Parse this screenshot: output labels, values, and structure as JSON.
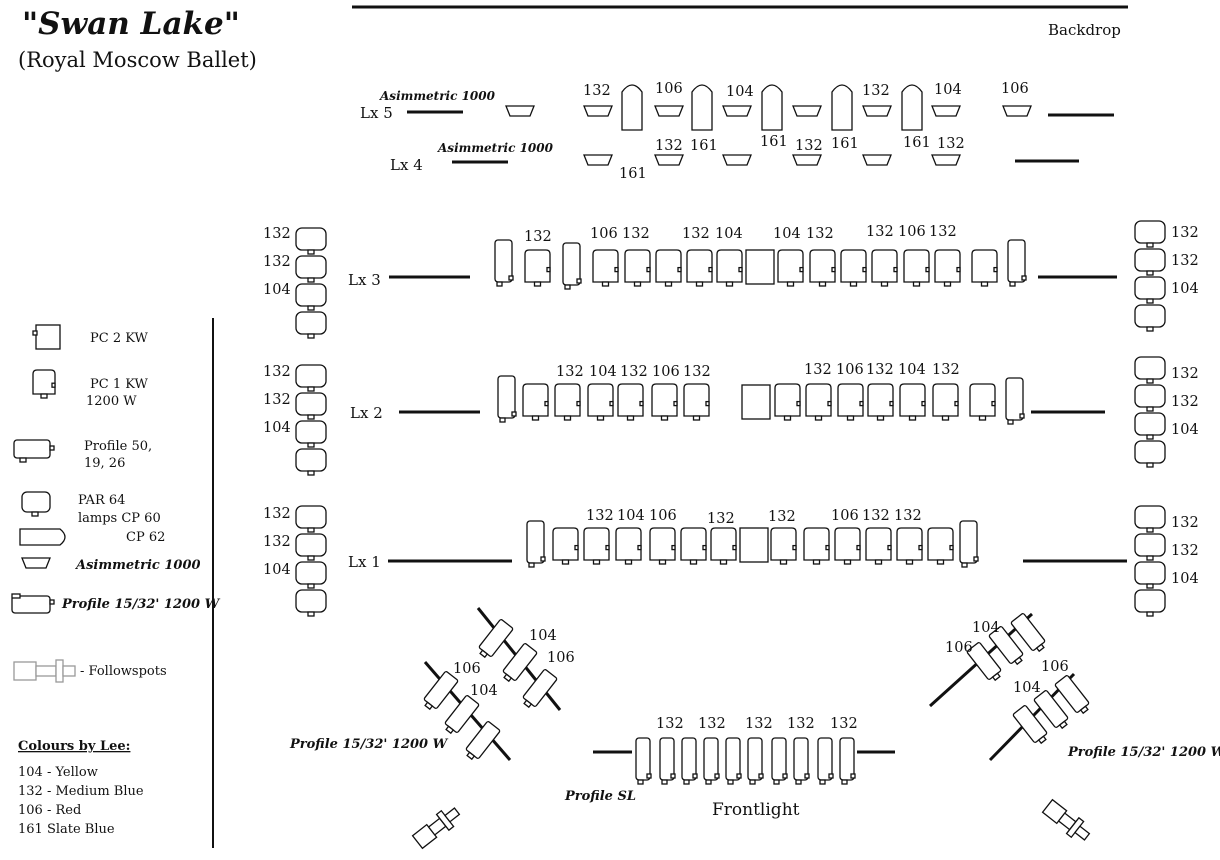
{
  "title": "\"Swan Lake\"",
  "subtitle": "(Royal Moscow Ballet)",
  "labels": {
    "backdrop": "Backdrop",
    "asim1": "Asimmetric 1000",
    "asim2": "Asimmetric 1000",
    "profile_sr": "Profile 15/32' 1200 W",
    "profile_sl_side": "Profile 15/32' 1200 W",
    "profile_sl": "Profile SL",
    "frontlight": "Frontlight"
  },
  "bars": {
    "lx5": "Lx 5",
    "lx4": "Lx 4",
    "lx3": "Lx 3",
    "lx2": "Lx 2",
    "lx1": "Lx 1"
  },
  "colour_numbers": {
    "lx5": [
      "132",
      "106",
      "104",
      "132",
      "104",
      "106"
    ],
    "lx4": [
      "161",
      "132",
      "161",
      "161",
      "132",
      "161",
      "161",
      "132"
    ],
    "lx3": [
      "132",
      "106",
      "132",
      "132",
      "104",
      "104",
      "132",
      "132",
      "106",
      "132"
    ],
    "lx2": [
      "132",
      "104",
      "132",
      "106",
      "132",
      "132",
      "106",
      "132",
      "104",
      "132"
    ],
    "lx1": [
      "132",
      "104",
      "106",
      "132",
      "132",
      "106",
      "132",
      "132"
    ],
    "left_booms": [
      [
        "132",
        "132",
        "104"
      ],
      [
        "132",
        "132",
        "104"
      ],
      [
        "132",
        "132",
        "104"
      ]
    ],
    "right_booms": [
      [
        "132",
        "132",
        "104"
      ],
      [
        "132",
        "132",
        "104"
      ],
      [
        "132",
        "132",
        "104"
      ]
    ],
    "left_diag": [
      "104",
      "106",
      "106",
      "104"
    ],
    "right_diag": [
      "104",
      "106",
      "106",
      "104"
    ],
    "front": [
      "132",
      "132",
      "132",
      "132",
      "132"
    ]
  },
  "legend": {
    "pc2": "PC 2 KW",
    "pc1a": "PC 1 KW",
    "pc1b": "1200 W",
    "prof_a": "Profile 50,",
    "prof_b": "19, 26",
    "par_a": "PAR 64",
    "par_b": "lamps CP 60",
    "par_c": "CP 62",
    "asim": "Asimmetric 1000",
    "prof1200": "Profile 15/32' 1200 W",
    "follow": "- Followspots",
    "colours_title": "Colours by Lee:",
    "colours": [
      "104 - Yellow",
      "132 - Medium Blue",
      "106 - Red",
      "161 Slate Blue"
    ]
  }
}
